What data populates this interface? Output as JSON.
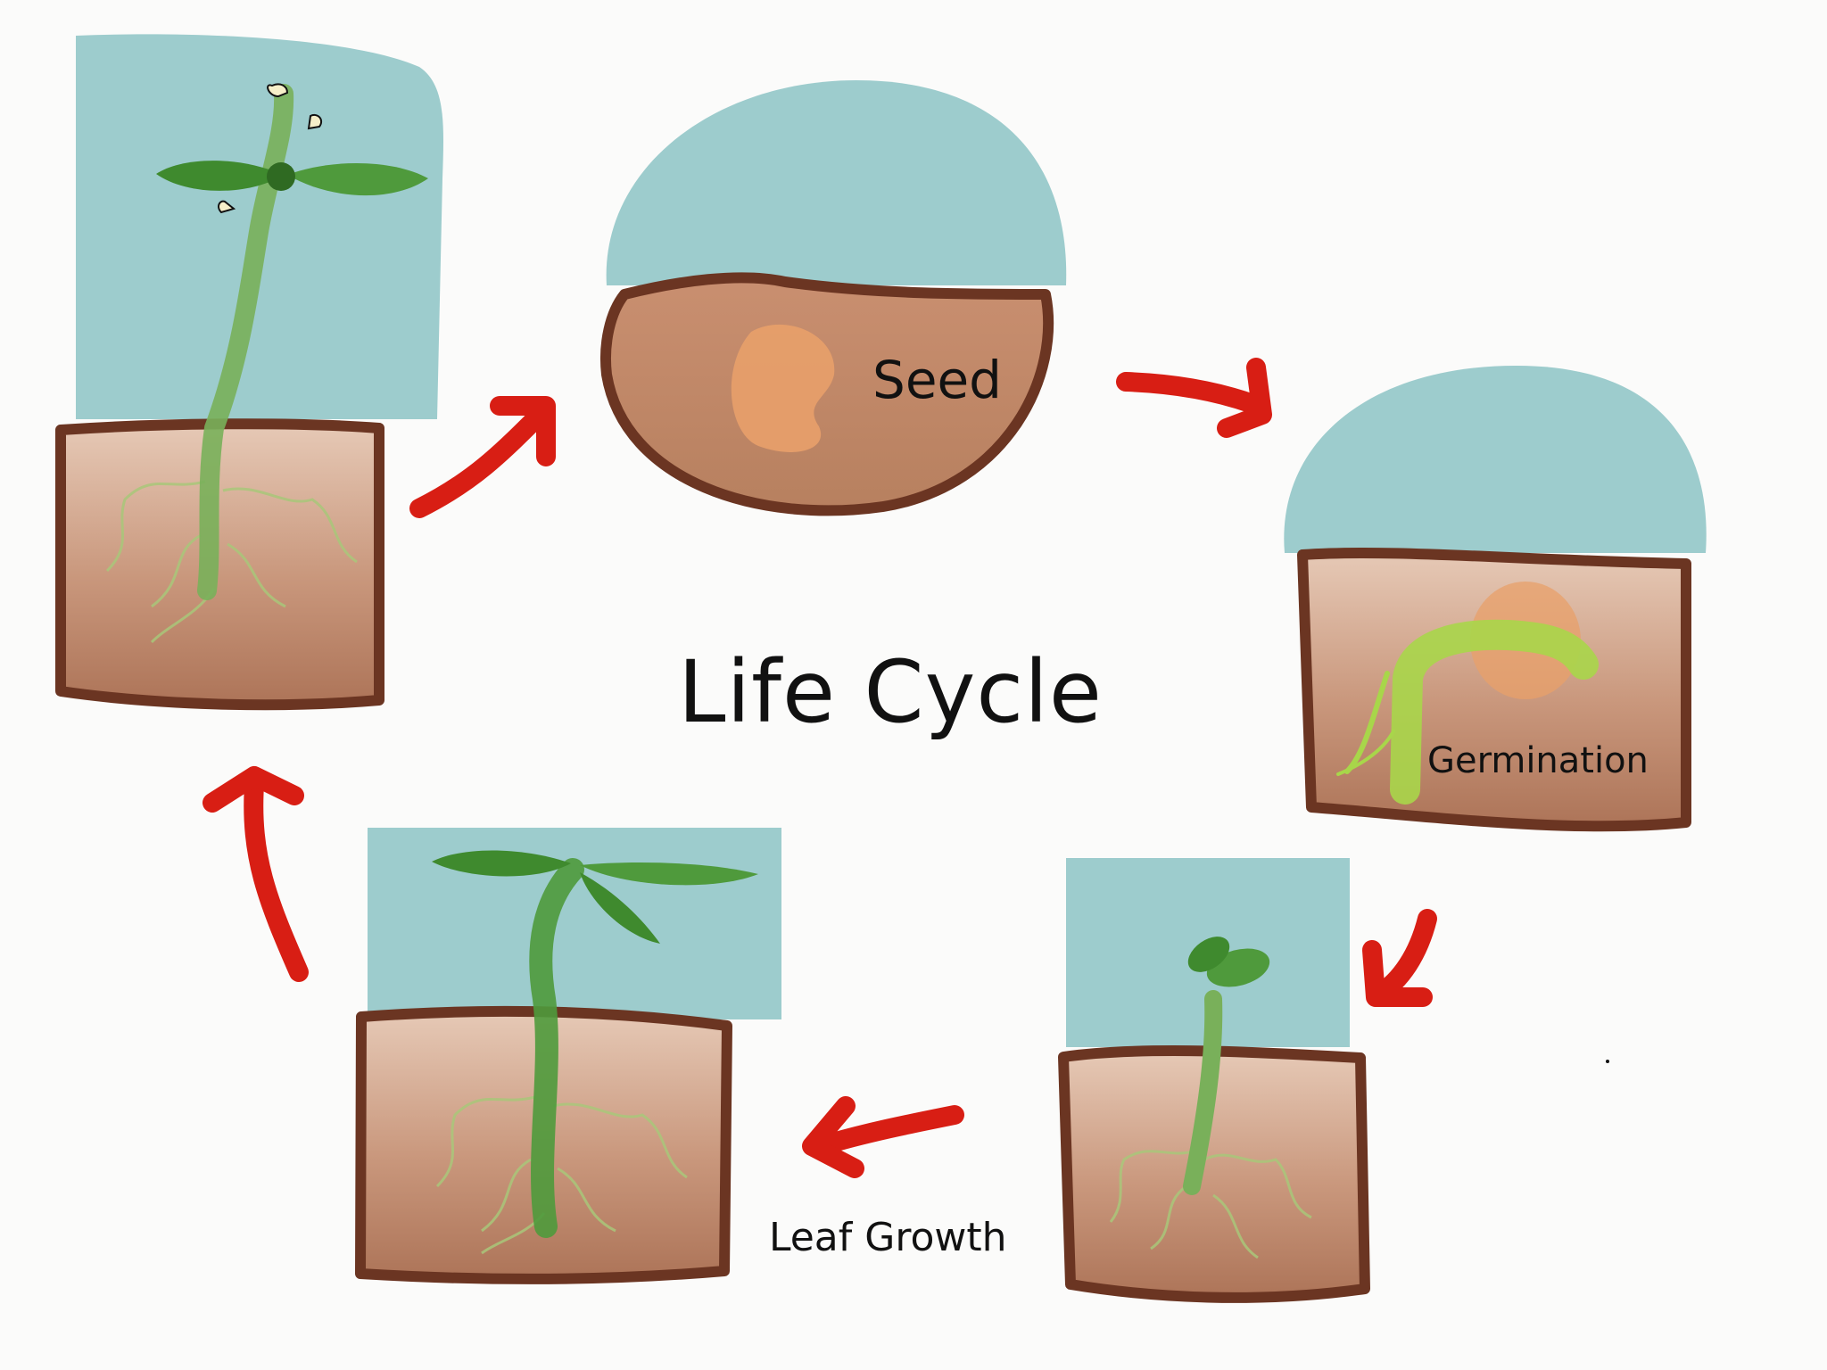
{
  "diagram": {
    "title": "Life Cycle",
    "stages": [
      {
        "label": "Seed"
      },
      {
        "label": "Germination"
      },
      {
        "label": ""
      },
      {
        "label": "Leaf Growth"
      },
      {
        "label": ""
      }
    ]
  },
  "colors": {
    "sky": "#8cc3c4",
    "soil": "#c79a80",
    "soil_outline": "#6b3522",
    "seed": "#e8a06a",
    "sprout": "#a8d64a",
    "leaf": "#4f9a3c",
    "arrow": "#d81e14",
    "root_lines": "#a9c77a"
  },
  "icons": [
    "seed-icon",
    "sprout-icon",
    "seedling-icon",
    "plant-icon",
    "flowering-plant-icon",
    "arrow-icon"
  ]
}
